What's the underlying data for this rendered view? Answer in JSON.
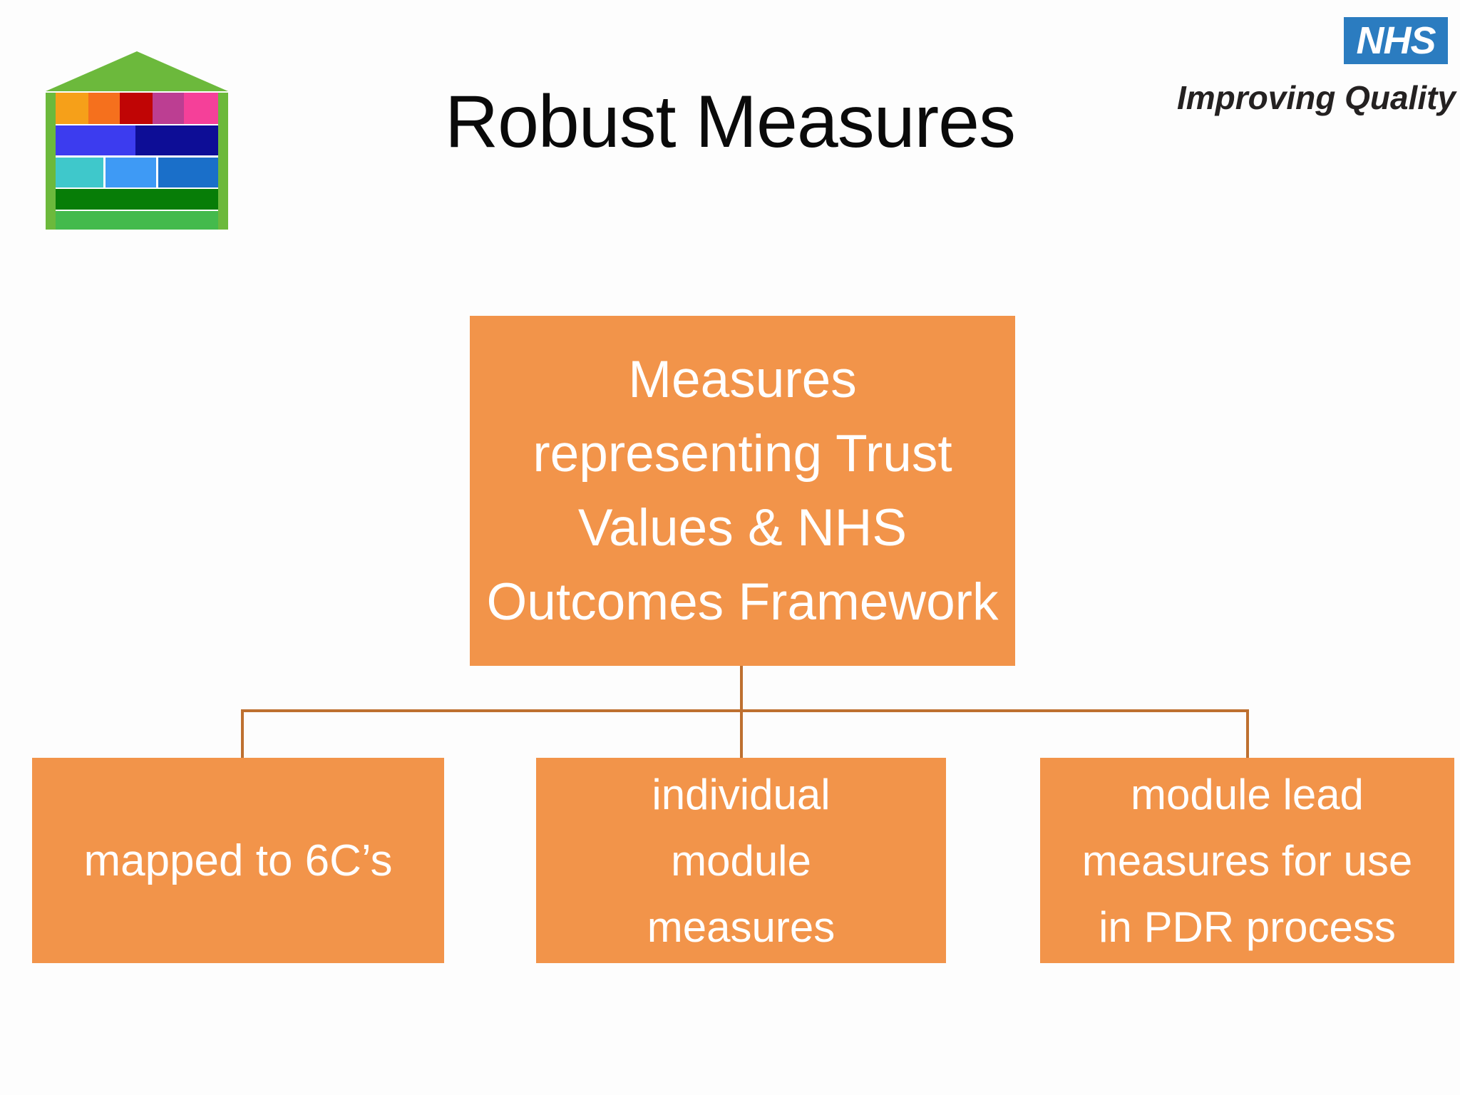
{
  "slide": {
    "title": "Robust Measures"
  },
  "branding": {
    "nhs_acronym": "NHS",
    "nhs_tagline": "Improving Quality",
    "nhs_blue": "#2B7CC0",
    "house_logo": "multicolour-house-logo"
  },
  "colors": {
    "node_fill": "#F2944A",
    "node_text": "#FFFFFF",
    "connector": "#BE7030",
    "title_text": "#0A0A0A"
  },
  "org_chart": {
    "root": {
      "label": "Measures representing Trust Values & NHS Outcomes Framework",
      "lines": [
        "Measures",
        "representing Trust",
        "Values & NHS",
        "Outcomes Framework"
      ]
    },
    "children": [
      {
        "label": "mapped to 6C’s",
        "lines": [
          "mapped to 6C’s"
        ]
      },
      {
        "label": "individual module measures",
        "lines": [
          "individual",
          "module",
          "measures"
        ]
      },
      {
        "label": "module lead measures for use in PDR process",
        "lines": [
          "module lead",
          "measures for use",
          "in PDR process"
        ]
      }
    ]
  }
}
